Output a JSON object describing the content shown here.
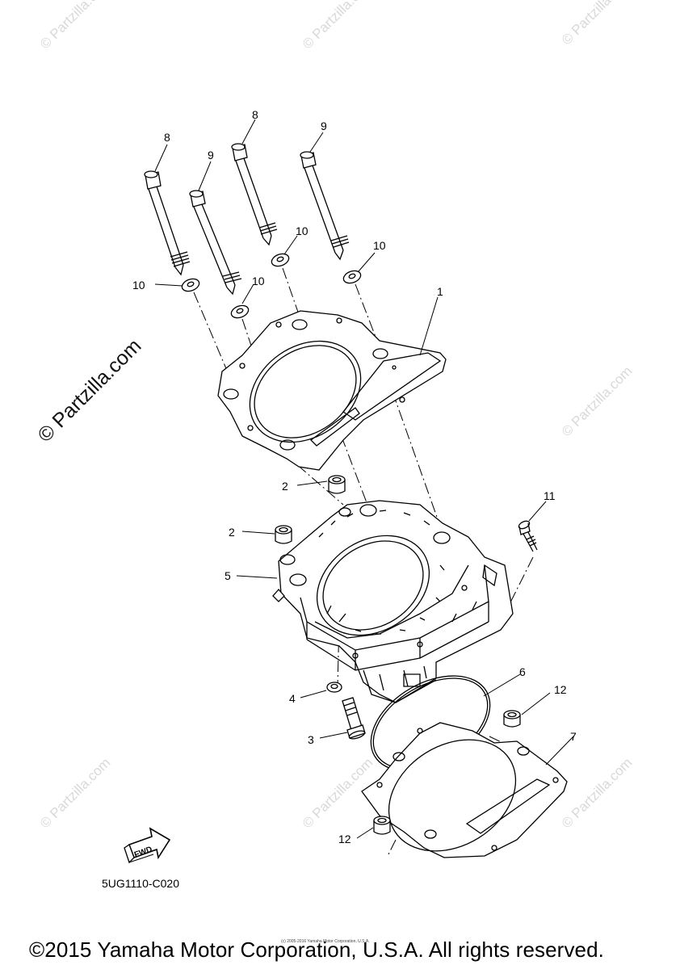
{
  "watermark": {
    "small_text": "© Partzilla.com",
    "large_text": "© Partzilla.com"
  },
  "callouts": [
    {
      "id": "c8a",
      "label": "8"
    },
    {
      "id": "c9a",
      "label": "9"
    },
    {
      "id": "c8b",
      "label": "8"
    },
    {
      "id": "c9b",
      "label": "9"
    },
    {
      "id": "c10a",
      "label": "10"
    },
    {
      "id": "c10b",
      "label": "10"
    },
    {
      "id": "c10c",
      "label": "10"
    },
    {
      "id": "c10d",
      "label": "10"
    },
    {
      "id": "c1",
      "label": "1"
    },
    {
      "id": "c2a",
      "label": "2"
    },
    {
      "id": "c2b",
      "label": "2"
    },
    {
      "id": "c5",
      "label": "5"
    },
    {
      "id": "c11",
      "label": "11"
    },
    {
      "id": "c4",
      "label": "4"
    },
    {
      "id": "c3",
      "label": "3"
    },
    {
      "id": "c6",
      "label": "6"
    },
    {
      "id": "c12a",
      "label": "12"
    },
    {
      "id": "c7",
      "label": "7"
    },
    {
      "id": "c12b",
      "label": "12"
    }
  ],
  "fwd_label": "FWD",
  "diagram_code": "5UG1110-C020",
  "micro_copyright": "(c) 2005-2016 Yamaha Motor Corporation, U.S.A.",
  "footer_copyright": "©2015 Yamaha Motor Corporation, U.S.A. All rights reserved."
}
